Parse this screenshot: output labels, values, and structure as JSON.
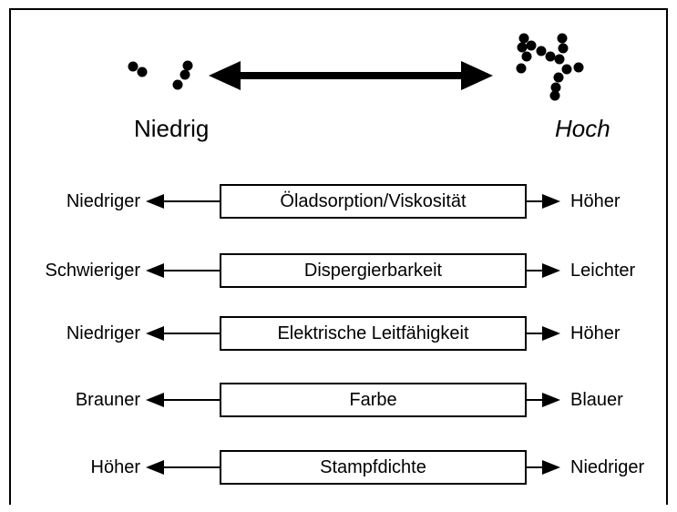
{
  "scale": {
    "low_label": "Niedrig",
    "high_label": "Hoch"
  },
  "properties": [
    {
      "name": "Öladsorption/Viskosität",
      "left": "Niedriger",
      "right": "Höher"
    },
    {
      "name": "Dispergierbarkeit",
      "left": "Schwieriger",
      "right": "Leichter"
    },
    {
      "name": "Elektrische Leitfähigkeit",
      "left": "Niedriger",
      "right": "Höher"
    },
    {
      "name": "Farbe",
      "left": "Brauner",
      "right": "Blauer"
    },
    {
      "name": "Stampfdichte",
      "left": "Höher",
      "right": "Niedriger"
    }
  ],
  "colors": {
    "line": "#000000",
    "background": "#ffffff"
  }
}
